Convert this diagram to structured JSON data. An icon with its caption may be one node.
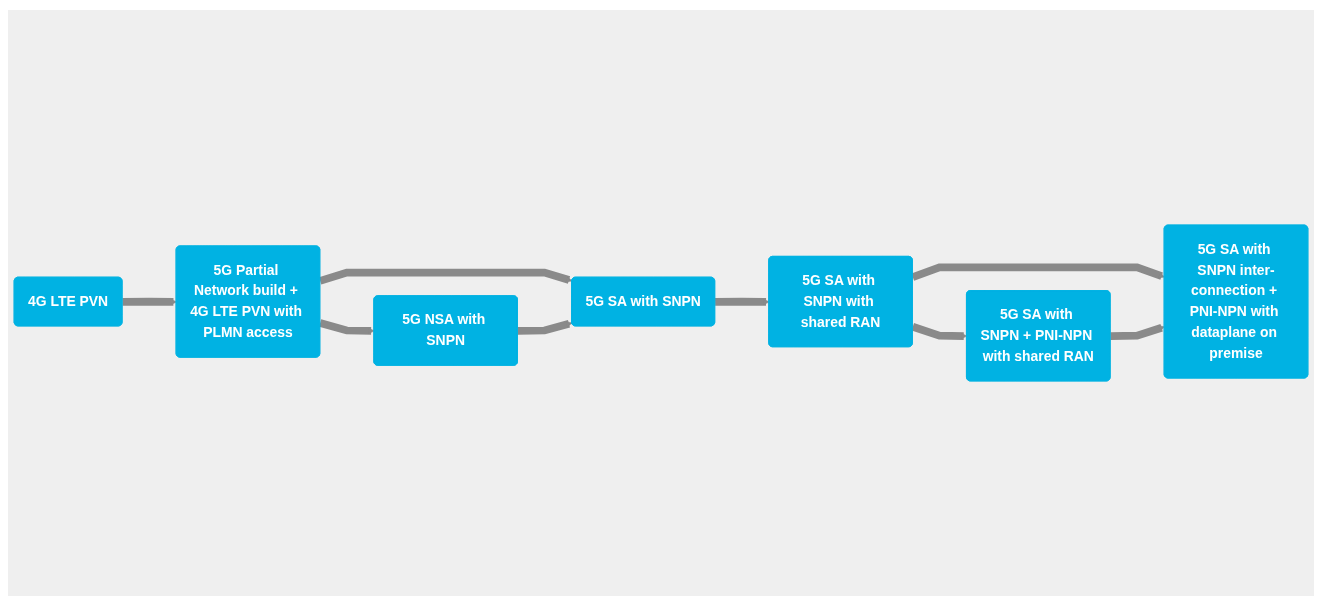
{
  "diagram": {
    "nodes": [
      {
        "text": [
          "4G LTE PVN"
        ]
      },
      {
        "text": [
          "5G Partial Network build + 4G LTE PVN with PLMN access"
        ]
      },
      {
        "text": [
          "5G NSA with SNPN"
        ]
      },
      {
        "text": [
          "5G SA with SNPN"
        ]
      },
      {
        "text": [
          "5G SA with SNPN with shared RAN"
        ]
      },
      {
        "text": [
          "5G SA with SNPN + PNI-NPN with shared RAN"
        ]
      },
      {
        "text": [
          "5G SA with SNPN inter-connection + PNI-NPN with dataplane on premise"
        ]
      }
    ],
    "edges": [
      {
        "from": 0,
        "to": 1,
        "arrow": "to"
      },
      {
        "from": 1,
        "to": 2,
        "arrow": "to"
      },
      {
        "from": 1,
        "to": 3,
        "arrow": "to"
      },
      {
        "from": 2,
        "to": 3,
        "arrow": "to"
      },
      {
        "from": 3,
        "to": 4,
        "arrow": "to"
      },
      {
        "from": 4,
        "to": 5,
        "arrow": "to"
      },
      {
        "from": 4,
        "to": 6,
        "arrow": "to"
      },
      {
        "from": 5,
        "to": 6,
        "arrow": "to"
      }
    ]
  }
}
